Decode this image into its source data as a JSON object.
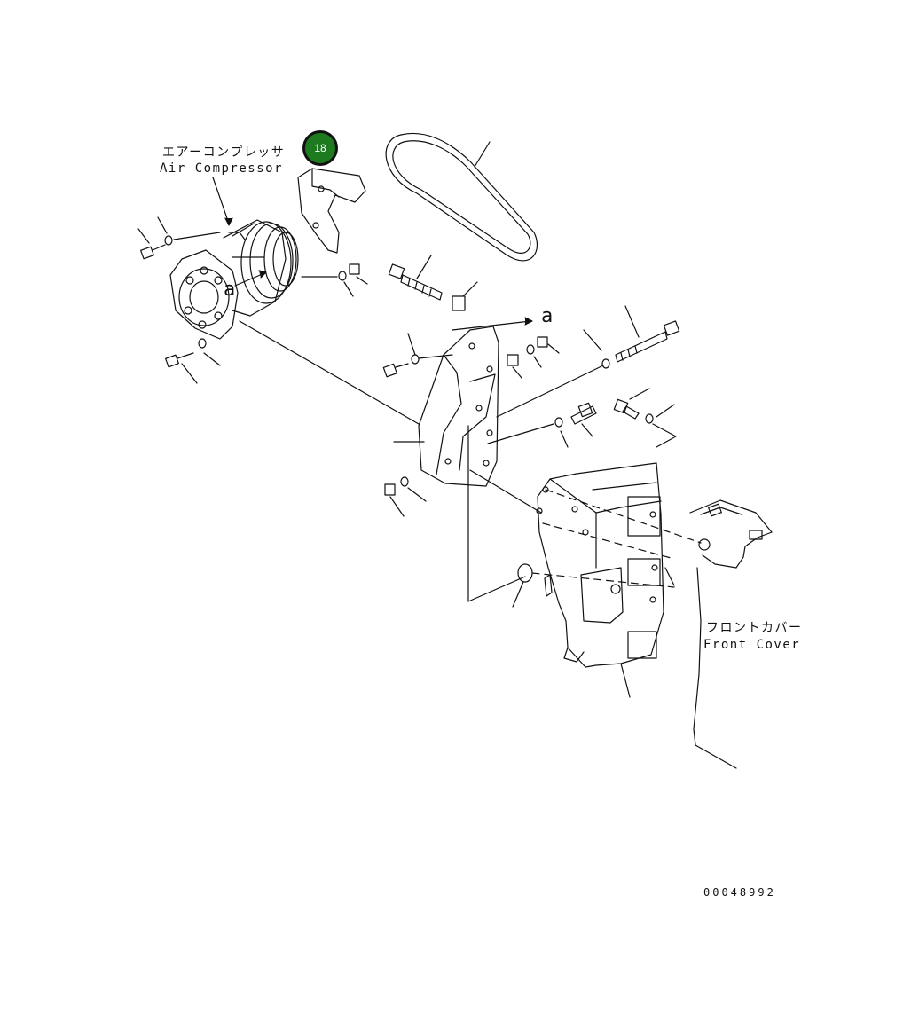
{
  "callout": {
    "number": "18"
  },
  "labels": {
    "air_compressor_jp": "エアーコンプレッサ",
    "air_compressor_en": "Air Compressor",
    "front_cover_jp": "フロントカバー",
    "front_cover_en": "Front Cover"
  },
  "reference_marks": {
    "mark_a": "a"
  },
  "document_number": "00048992"
}
